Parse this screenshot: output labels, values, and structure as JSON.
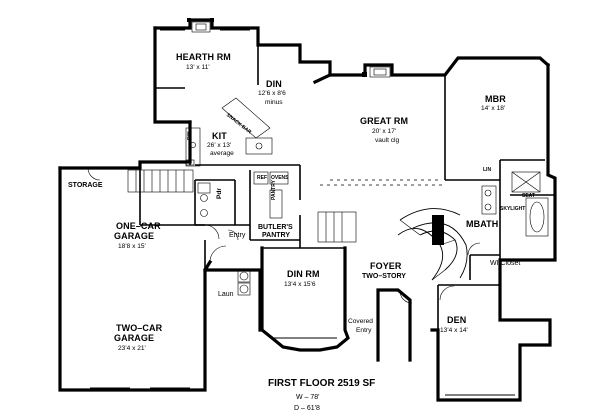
{
  "rooms": {
    "hearth": {
      "name": "HEARTH RM",
      "dims": "13' x 11'"
    },
    "din": {
      "name": "DIN",
      "dims": "12'6 x 8'6",
      "note": "minus"
    },
    "great": {
      "name": "GREAT RM",
      "dims": "20' x 17'",
      "note": "vault clg"
    },
    "mbr": {
      "name": "MBR",
      "dims": "14' x 18'"
    },
    "kit": {
      "name": "KIT",
      "dims": "26' x 13'",
      "note": "average"
    },
    "storage": {
      "name": "STORAGE"
    },
    "one_car": {
      "name1": "ONE–CAR",
      "name2": "GARAGE",
      "dims": "18'8 x 15'"
    },
    "two_car": {
      "name1": "TWO–CAR",
      "name2": "GARAGE",
      "dims": "23'4 x 21'"
    },
    "butlers": {
      "name1": "BUTLER'S",
      "name2": "PANTRY"
    },
    "entry": {
      "name": "Entry"
    },
    "laun": {
      "name": "Laun"
    },
    "din_rm": {
      "name": "DIN RM",
      "dims": "13'4 x 15'6"
    },
    "foyer": {
      "name": "FOYER",
      "note": "TWO–STORY"
    },
    "covered": {
      "name1": "Covered",
      "name2": "Entry"
    },
    "den": {
      "name": "DEN",
      "dims": "13'4 x 14'"
    },
    "mbath": {
      "name": "MBATH"
    },
    "wi_closet": {
      "name": "WI Closet"
    }
  },
  "fixtures": {
    "snack_bar": "SNACK BAR",
    "dw": "DW",
    "ref": "REF",
    "ovens": "OVENS",
    "pantry": "PANTRY",
    "pdr": "Pdr",
    "lin": "LIN",
    "seat": "SEAT",
    "skylight": "SKYLIGHT"
  },
  "footer": {
    "title": "FIRST FLOOR 2519 SF",
    "width": "W – 78'",
    "depth": "D – 61'8"
  }
}
